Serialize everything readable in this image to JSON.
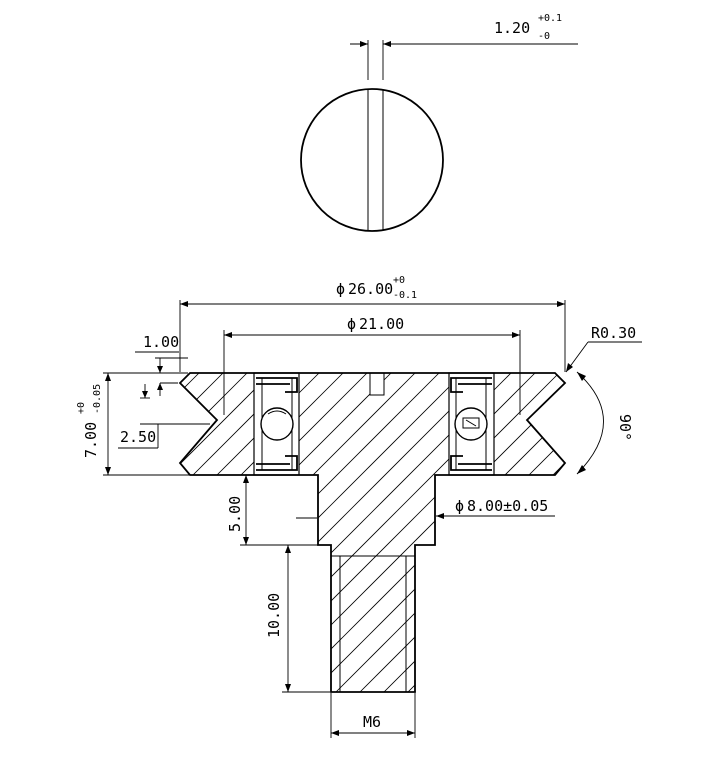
{
  "dimensions": {
    "slot_width": {
      "nominal": "1.20",
      "upper_tol": "+0.1",
      "lower_tol": "-0"
    },
    "outer_diameter": {
      "symbol": "ϕ",
      "nominal": "26.00",
      "upper_tol": "+0",
      "lower_tol": "-0.1"
    },
    "inner_diameter": {
      "symbol": "ϕ",
      "nominal": "21.00"
    },
    "chamfer": "1.00",
    "radius": "R0.30",
    "angle": "90°",
    "overall_height": {
      "nominal": "7.00",
      "upper_tol": "+0",
      "lower_tol": "-0.05"
    },
    "groove_depth": "2.50",
    "shoulder": "5.00",
    "shaft_diameter": {
      "symbol": "ϕ",
      "nominal": "8.00±0.05"
    },
    "thread_length": "10.00",
    "thread": "M6"
  },
  "colors": {
    "line": "#000000",
    "background": "#ffffff"
  }
}
